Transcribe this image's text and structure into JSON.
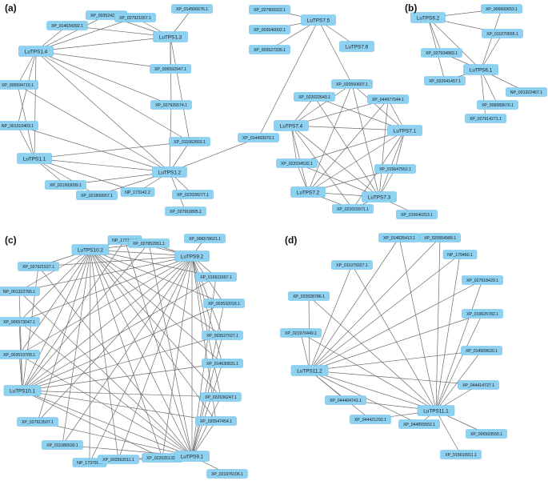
{
  "panels": [
    {
      "label": "(a)",
      "nodes": [
        {
          "id": "a1",
          "label": "XP_003524218.1"
        },
        {
          "id": "a2",
          "label": "XP_014506676.1"
        },
        {
          "id": "a3",
          "label": "XP_014634392.1"
        },
        {
          "id": "a4",
          "label": "XP_027921957.1"
        },
        {
          "id": "a5",
          "label": "LuTPS1.3"
        },
        {
          "id": "a6",
          "label": "LuTPS1.4"
        },
        {
          "id": "a7",
          "label": "XP_006592947.1"
        },
        {
          "id": "a8",
          "label": "XP_006594710.1"
        },
        {
          "id": "a9",
          "label": "XP_027926574.1"
        },
        {
          "id": "a10",
          "label": "NP_001310403.1"
        },
        {
          "id": "a11",
          "label": "XP_011062603.1"
        },
        {
          "id": "a12",
          "label": "XP_014493970.1"
        },
        {
          "id": "a13",
          "label": "LuTPS1.1"
        },
        {
          "id": "a14",
          "label": "LuTPS1.2"
        },
        {
          "id": "a15",
          "label": "XP_021993099.1"
        },
        {
          "id": "a16",
          "label": "NP_173142.2"
        },
        {
          "id": "a17",
          "label": "XP_022028277.1"
        },
        {
          "id": "a18",
          "label": "XP_021899957.1"
        },
        {
          "id": "a19",
          "label": "XP_027910805.1"
        },
        {
          "id": "a20",
          "label": "XP_027909322.1"
        },
        {
          "id": "a21",
          "label": "LuTPS7.5"
        },
        {
          "id": "a22",
          "label": "XP_003540002.1"
        },
        {
          "id": "a23",
          "label": "LuTPS7.6"
        },
        {
          "id": "a24",
          "label": "XP_003527335.1"
        },
        {
          "id": "a25",
          "label": "XP_020550607.1"
        },
        {
          "id": "a26",
          "label": "XP_022022643.1"
        },
        {
          "id": "a27",
          "label": "XP_044977044.1"
        },
        {
          "id": "a28",
          "label": "LuTPS7.4"
        },
        {
          "id": "a29",
          "label": "LuTPS7.1"
        },
        {
          "id": "a30",
          "label": "XP_022034532.1"
        },
        {
          "id": "a31",
          "label": "XP_015647552.1"
        },
        {
          "id": "a32",
          "label": "LuTPS7.2"
        },
        {
          "id": "a33",
          "label": "LuTPS7.3"
        },
        {
          "id": "a34",
          "label": "XP_022015971.1"
        },
        {
          "id": "a35",
          "label": "XP_015640313.1"
        }
      ],
      "edges": [
        [
          "a5",
          "a1"
        ],
        [
          "a5",
          "a2"
        ],
        [
          "a5",
          "a3"
        ],
        [
          "a5",
          "a4"
        ],
        [
          "a5",
          "a6"
        ],
        [
          "a5",
          "a7"
        ],
        [
          "a5",
          "a9"
        ],
        [
          "a5",
          "a11"
        ],
        [
          "a6",
          "a1"
        ],
        [
          "a6",
          "a3"
        ],
        [
          "a6",
          "a4"
        ],
        [
          "a6",
          "a7"
        ],
        [
          "a6",
          "a8"
        ],
        [
          "a6",
          "a9"
        ],
        [
          "a6",
          "a10"
        ],
        [
          "a6",
          "a11"
        ],
        [
          "a6",
          "a13"
        ],
        [
          "a6",
          "a14"
        ],
        [
          "a13",
          "a10"
        ],
        [
          "a13",
          "a8"
        ],
        [
          "a13",
          "a15"
        ],
        [
          "a13",
          "a16"
        ],
        [
          "a13",
          "a18"
        ],
        [
          "a13",
          "a11"
        ],
        [
          "a13",
          "a14"
        ],
        [
          "a14",
          "a9"
        ],
        [
          "a14",
          "a11"
        ],
        [
          "a14",
          "a15"
        ],
        [
          "a14",
          "a16"
        ],
        [
          "a14",
          "a17"
        ],
        [
          "a14",
          "a18"
        ],
        [
          "a14",
          "a19"
        ],
        [
          "a14",
          "a12"
        ],
        [
          "a14",
          "a8"
        ],
        [
          "a14",
          "a10"
        ],
        [
          "a12",
          "a21"
        ],
        [
          "a21",
          "a20"
        ],
        [
          "a21",
          "a22"
        ],
        [
          "a21",
          "a24"
        ],
        [
          "a21",
          "a23"
        ],
        [
          "a21",
          "a25"
        ],
        [
          "a25",
          "a28"
        ],
        [
          "a25",
          "a29"
        ],
        [
          "a25",
          "a33"
        ],
        [
          "a25",
          "a32"
        ],
        [
          "a26",
          "a28"
        ],
        [
          "a26",
          "a33"
        ],
        [
          "a26",
          "a29"
        ],
        [
          "a27",
          "a28"
        ],
        [
          "a27",
          "a32"
        ],
        [
          "a27",
          "a33"
        ],
        [
          "a27",
          "a29"
        ],
        [
          "a28",
          "a29"
        ],
        [
          "a28",
          "a30"
        ],
        [
          "a28",
          "a32"
        ],
        [
          "a28",
          "a33"
        ],
        [
          "a28",
          "a34"
        ],
        [
          "a29",
          "a30"
        ],
        [
          "a29",
          "a31"
        ],
        [
          "a29",
          "a32"
        ],
        [
          "a29",
          "a33"
        ],
        [
          "a29",
          "a34"
        ],
        [
          "a30",
          "a32"
        ],
        [
          "a30",
          "a33"
        ],
        [
          "a31",
          "a32"
        ],
        [
          "a31",
          "a33"
        ],
        [
          "a32",
          "a33"
        ],
        [
          "a32",
          "a34"
        ],
        [
          "a33",
          "a34"
        ],
        [
          "a33",
          "a35"
        ]
      ]
    },
    {
      "label": "(b)",
      "nodes": [
        {
          "id": "b1",
          "label": "LuTPS6.2"
        },
        {
          "id": "b2",
          "label": "XP_006600653.1"
        },
        {
          "id": "b3",
          "label": "XP_011070555.1"
        },
        {
          "id": "b4",
          "label": "XP_027934883.1"
        },
        {
          "id": "b5",
          "label": "LuTPS6.1"
        },
        {
          "id": "b6",
          "label": "XP_022641457.1"
        },
        {
          "id": "b7",
          "label": "NP_001322467.1"
        },
        {
          "id": "b8",
          "label": "XP_006589670.1"
        },
        {
          "id": "b9",
          "label": "XP_027914271.1"
        }
      ],
      "edges": [
        [
          "b1",
          "b2"
        ],
        [
          "b1",
          "b3"
        ],
        [
          "b1",
          "b4"
        ],
        [
          "b1",
          "b5"
        ],
        [
          "b1",
          "b6"
        ],
        [
          "b5",
          "b2"
        ],
        [
          "b5",
          "b3"
        ],
        [
          "b5",
          "b4"
        ],
        [
          "b5",
          "b6"
        ],
        [
          "b5",
          "b7"
        ],
        [
          "b5",
          "b8"
        ],
        [
          "b5",
          "b9"
        ]
      ]
    },
    {
      "label": "(c)",
      "nodes": [
        {
          "id": "c1",
          "label": "NP_177198.2"
        },
        {
          "id": "c2",
          "label": "LuTPS10.2"
        },
        {
          "id": "c3",
          "label": "XP_027952951.1"
        },
        {
          "id": "c4",
          "label": "XP_006578621.1"
        },
        {
          "id": "c5",
          "label": "XP_027921527.1"
        },
        {
          "id": "c6",
          "label": "LuTPS9.2"
        },
        {
          "id": "c7",
          "label": "XP_016611697.1"
        },
        {
          "id": "c8",
          "label": "NP_001322766.1"
        },
        {
          "id": "c9",
          "label": "XP_003532016.1"
        },
        {
          "id": "c10",
          "label": "XP_006573047.1"
        },
        {
          "id": "c11",
          "label": "XP_003527027.1"
        },
        {
          "id": "c12",
          "label": "XP_003519709.1"
        },
        {
          "id": "c13",
          "label": "XP_014630831.1"
        },
        {
          "id": "c14",
          "label": "LuTPS10.1"
        },
        {
          "id": "c15",
          "label": "XP_022636247.1"
        },
        {
          "id": "c16",
          "label": "XP_027913507.1"
        },
        {
          "id": "c17",
          "label": "XP_020547454.1"
        },
        {
          "id": "c18",
          "label": "XP_011086530.1"
        },
        {
          "id": "c19",
          "label": "NP_173799.1"
        },
        {
          "id": "c20",
          "label": "XP_003562011.1"
        },
        {
          "id": "c21",
          "label": "XP_022025132.1"
        },
        {
          "id": "c22",
          "label": "LuTPS9.1"
        },
        {
          "id": "c23",
          "label": "XP_021976106.1"
        }
      ],
      "edges": [
        [
          "c2",
          "c1"
        ],
        [
          "c2",
          "c3"
        ],
        [
          "c2",
          "c5"
        ],
        [
          "c2",
          "c6"
        ],
        [
          "c2",
          "c7"
        ],
        [
          "c2",
          "c8"
        ],
        [
          "c2",
          "c9"
        ],
        [
          "c2",
          "c10"
        ],
        [
          "c2",
          "c11"
        ],
        [
          "c2",
          "c12"
        ],
        [
          "c2",
          "c13"
        ],
        [
          "c2",
          "c14"
        ],
        [
          "c2",
          "c15"
        ],
        [
          "c2",
          "c16"
        ],
        [
          "c2",
          "c17"
        ],
        [
          "c2",
          "c18"
        ],
        [
          "c2",
          "c19"
        ],
        [
          "c2",
          "c20"
        ],
        [
          "c2",
          "c21"
        ],
        [
          "c2",
          "c22"
        ],
        [
          "c6",
          "c1"
        ],
        [
          "c6",
          "c3"
        ],
        [
          "c6",
          "c4"
        ],
        [
          "c6",
          "c5"
        ],
        [
          "c6",
          "c7"
        ],
        [
          "c6",
          "c8"
        ],
        [
          "c6",
          "c9"
        ],
        [
          "c6",
          "c10"
        ],
        [
          "c6",
          "c11"
        ],
        [
          "c6",
          "c12"
        ],
        [
          "c6",
          "c13"
        ],
        [
          "c6",
          "c14"
        ],
        [
          "c6",
          "c15"
        ],
        [
          "c6",
          "c16"
        ],
        [
          "c6",
          "c17"
        ],
        [
          "c6",
          "c18"
        ],
        [
          "c6",
          "c19"
        ],
        [
          "c6",
          "c20"
        ],
        [
          "c6",
          "c21"
        ],
        [
          "c6",
          "c22"
        ],
        [
          "c14",
          "c1"
        ],
        [
          "c14",
          "c3"
        ],
        [
          "c14",
          "c5"
        ],
        [
          "c14",
          "c7"
        ],
        [
          "c14",
          "c9"
        ],
        [
          "c14",
          "c11"
        ],
        [
          "c14",
          "c13"
        ],
        [
          "c14",
          "c15"
        ],
        [
          "c14",
          "c17"
        ],
        [
          "c14",
          "c21"
        ],
        [
          "c14",
          "c22"
        ],
        [
          "c14",
          "c8"
        ],
        [
          "c14",
          "c10"
        ],
        [
          "c14",
          "c12"
        ],
        [
          "c22",
          "c1"
        ],
        [
          "c22",
          "c3"
        ],
        [
          "c22",
          "c5"
        ],
        [
          "c22",
          "c7"
        ],
        [
          "c22",
          "c8"
        ],
        [
          "c22",
          "c9"
        ],
        [
          "c22",
          "c10"
        ],
        [
          "c22",
          "c11"
        ],
        [
          "c22",
          "c12"
        ],
        [
          "c22",
          "c13"
        ],
        [
          "c22",
          "c15"
        ],
        [
          "c22",
          "c16"
        ],
        [
          "c22",
          "c17"
        ],
        [
          "c22",
          "c18"
        ],
        [
          "c22",
          "c19"
        ],
        [
          "c22",
          "c20"
        ],
        [
          "c22",
          "c21"
        ],
        [
          "c22",
          "c23"
        ]
      ]
    },
    {
      "label": "(d)",
      "nodes": [
        {
          "id": "d1",
          "label": "XP_014625413.1"
        },
        {
          "id": "d2",
          "label": "XP_020554989.1"
        },
        {
          "id": "d3",
          "label": "XP_011079327.1"
        },
        {
          "id": "d4",
          "label": "NP_179460.1"
        },
        {
          "id": "d5",
          "label": "XP_027918429.1"
        },
        {
          "id": "d6",
          "label": "XP_022028786.1"
        },
        {
          "id": "d7",
          "label": "XP_019625782.1"
        },
        {
          "id": "d8",
          "label": "XP_021970449.1"
        },
        {
          "id": "d9",
          "label": "XP_014509620.1"
        },
        {
          "id": "d10",
          "label": "LuTPS11.2"
        },
        {
          "id": "d11",
          "label": "XP_044414727.1"
        },
        {
          "id": "d12",
          "label": "XP_044404741.1"
        },
        {
          "id": "d13",
          "label": "XP_044421292.1"
        },
        {
          "id": "d14",
          "label": "XP_044855552.1"
        },
        {
          "id": "d15",
          "label": "LuTPS11.1"
        },
        {
          "id": "d16",
          "label": "XP_006593555.1"
        },
        {
          "id": "d17",
          "label": "XP_015610911.1"
        }
      ],
      "edges": [
        [
          "d10",
          "d1"
        ],
        [
          "d10",
          "d2"
        ],
        [
          "d10",
          "d3"
        ],
        [
          "d10",
          "d4"
        ],
        [
          "d10",
          "d5"
        ],
        [
          "d10",
          "d6"
        ],
        [
          "d10",
          "d7"
        ],
        [
          "d10",
          "d8"
        ],
        [
          "d10",
          "d9"
        ],
        [
          "d10",
          "d11"
        ],
        [
          "d10",
          "d12"
        ],
        [
          "d10",
          "d13"
        ],
        [
          "d10",
          "d14"
        ],
        [
          "d10",
          "d15"
        ],
        [
          "d15",
          "d1"
        ],
        [
          "d15",
          "d2"
        ],
        [
          "d15",
          "d3"
        ],
        [
          "d15",
          "d4"
        ],
        [
          "d15",
          "d5"
        ],
        [
          "d15",
          "d6"
        ],
        [
          "d15",
          "d7"
        ],
        [
          "d15",
          "d8"
        ],
        [
          "d15",
          "d9"
        ],
        [
          "d15",
          "d11"
        ],
        [
          "d15",
          "d12"
        ],
        [
          "d15",
          "d13"
        ],
        [
          "d15",
          "d14"
        ],
        [
          "d15",
          "d16"
        ],
        [
          "d15",
          "d17"
        ]
      ]
    }
  ]
}
